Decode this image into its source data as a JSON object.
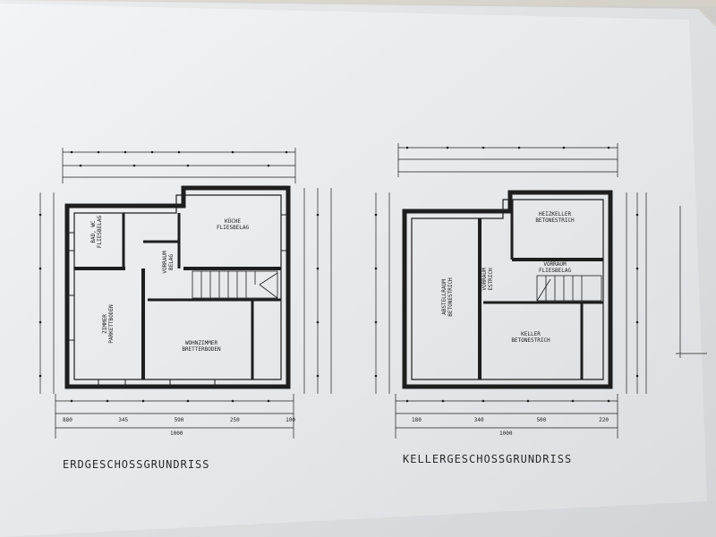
{
  "ground_floor": {
    "title": "ERDGESCHOSSGRUNDRISS",
    "rooms": {
      "kitchen": "KÜCHE\nFLIESBELAG",
      "bath": "BAD, WC\nFLIESBELAG",
      "hall": "VORRAUM\nBELAG",
      "room": "ZIMMER\nPARKETTBODEN",
      "living": "WOHNZIMMER\nBRETTERBODEN"
    },
    "dims_bottom": [
      "880",
      "345",
      "590",
      "250",
      "100",
      "1000"
    ]
  },
  "basement": {
    "title": "KELLERGESCHOSSGRUNDRISS",
    "rooms": {
      "storage": "ABSTELLRAUM\nBETONESTRICH",
      "boiler": "HEIZKELLER\nBETONESTRICH",
      "hall": "VORRAUM\nESTRICH",
      "stair_hall": "VORRAUM\nFLIESBELAG",
      "cellar": "KELLER\nBETONESTRICH"
    },
    "dims_bottom": [
      "180",
      "340",
      "500",
      "220",
      "1000"
    ]
  },
  "colors": {
    "paper": "#eef0f2",
    "ink": "#1e1e1e",
    "table": "#d8d3c8"
  }
}
